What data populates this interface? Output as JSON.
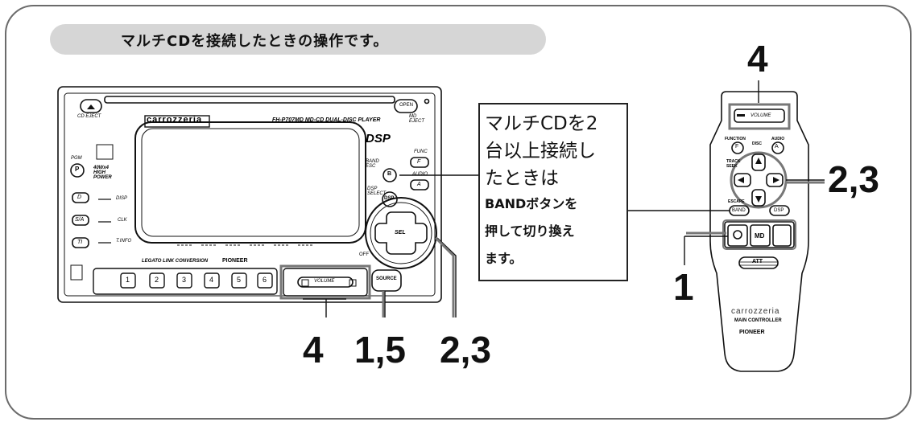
{
  "banner": {
    "title": "マルチCDを接続したときの操作です。"
  },
  "callout": {
    "line1": "マルチCDを2",
    "line2": "台以上接続し",
    "line3": "たときは",
    "line4": "BANDボタンを",
    "line5": "押して切り換え",
    "line6": "ます。"
  },
  "head_unit": {
    "brand": "carrozzeria",
    "model": "FH-P707MD   MD-CD DUAL-DISC PLAYER",
    "dsp_label": "DSP",
    "cd_eject": "CD EJECT",
    "open": "OPEN",
    "md_eject": "MD EJECT",
    "pgm": "PGM",
    "p_key": "P",
    "d_key": "D",
    "sa_key": "S/A",
    "ti_key": "TI",
    "power": "40Wx4 HIGH POWER",
    "disp": "DISP",
    "clk": "CLK",
    "tinfo": "T.INFO",
    "band_esc": "BAND ESC",
    "b_key": "B",
    "dsp_key": "DSP",
    "dsp_select": "DSP SELECT",
    "func": "FUNC",
    "f_key": "F",
    "audio": "AUDIO",
    "a_key": "A",
    "sel": "SEL",
    "off": "OFF",
    "footer": "LEGATO LINK CONVERSION",
    "pioneer": "PIONEER",
    "presets": [
      "1",
      "2",
      "3",
      "4",
      "5",
      "6"
    ],
    "volume": "VOLUME",
    "source": "SOURCE"
  },
  "remote": {
    "volume": "VOLUME",
    "function": "FUNCTION",
    "disc": "DISC",
    "audio": "AUDIO",
    "f_key": "F",
    "a_key": "A",
    "track_seek": "TRACK SEEK",
    "escape": "ESCAPE",
    "band": "BAND",
    "dsp": "DSP",
    "md": "MD",
    "att": "ATT",
    "brand": "carrozzeria",
    "controller": "MAIN CONTROLLER",
    "pioneer": "PIONEER"
  },
  "steps": {
    "vol_bottom": "4",
    "source_bottom": "1,5",
    "sel_bottom": "2,3",
    "remote_top": "4",
    "remote_right": "2,3",
    "remote_left": "1"
  }
}
